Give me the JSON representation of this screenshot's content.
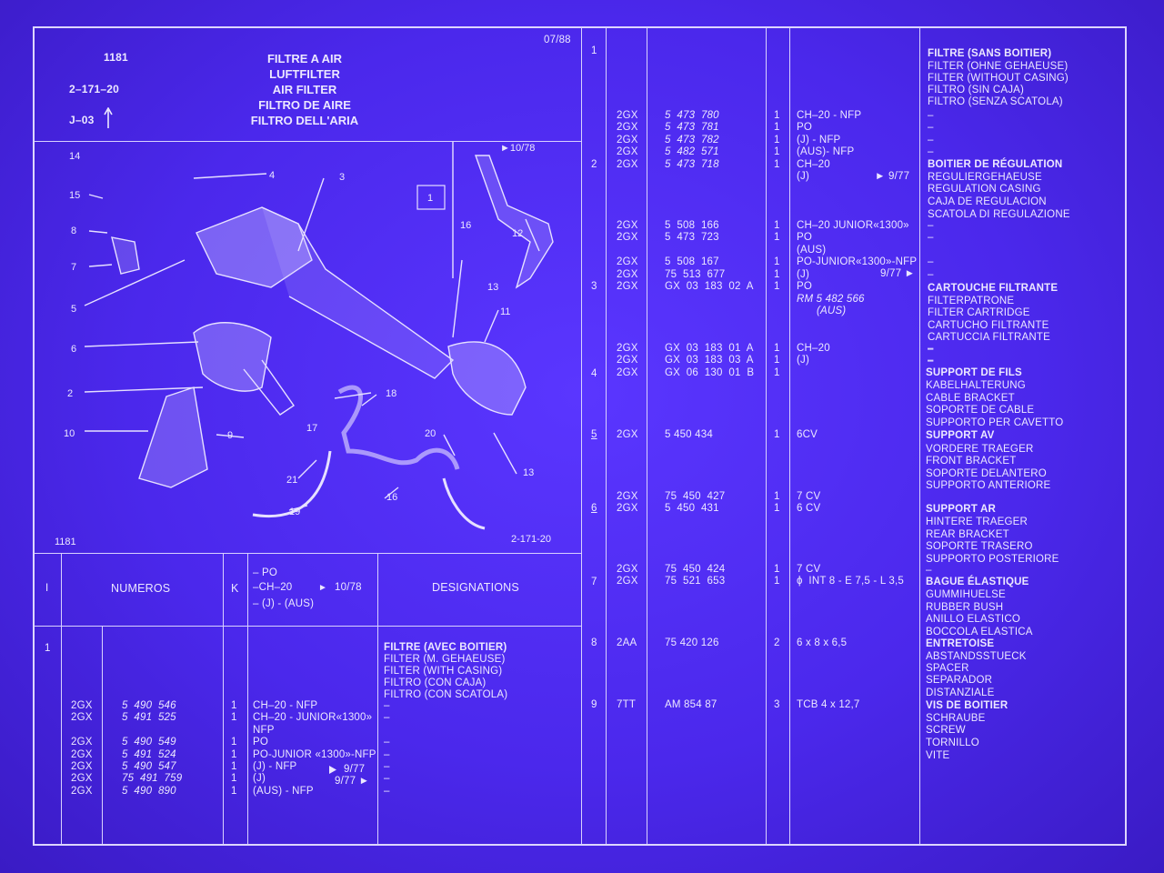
{
  "header": {
    "part_number": "1181",
    "section": "2–171–20",
    "reference": "J–03",
    "date": "07/88",
    "titles": [
      "FILTRE A AIR",
      "LUFTFILTER",
      "AIR FILTER",
      "FILTRO DE AIRE",
      "FILTRO DELL'ARIA"
    ]
  },
  "illustration": {
    "inset_date": "►10/78",
    "inset_box": "1",
    "footer_left": "1181",
    "footer_right": "2-171-20",
    "callouts": [
      "14",
      "15",
      "8",
      "7",
      "5",
      "6",
      "2",
      "10",
      "4",
      "3",
      "9",
      "12",
      "16",
      "13",
      "11",
      "18",
      "17",
      "20",
      "21",
      "16",
      "19",
      "13"
    ]
  },
  "table_header": {
    "col_index": "I",
    "col_numbers": "NUMEROS",
    "col_k": "K",
    "variants": [
      "– PO",
      "–CH–20",
      "►",
      "10/78",
      "– (J) - (AUS)"
    ],
    "col_designations": "DESIGNATIONS"
  },
  "left_item": {
    "index": "1",
    "designation_title": "FILTRE (AVEC BOITIER)",
    "designation_lines": [
      "FILTER (M. GEHAEUSE)",
      "FILTER (WITH CASING)",
      "FILTRO (CON CAJA)",
      "FILTRO (CON SCATOLA)"
    ],
    "prefixes": "2GX\n2GX\n\n2GX\n2GX\n2GX\n2GX\n2GX",
    "numbers": "5  490  546\n5  491  525\n\n5  490  549\n5  491  524\n5  490  547\n75  491  759\n5  490  890",
    "quantities": "1\n1\n\n1\n1\n1\n1\n1",
    "variants": "CH–20 - NFP\nCH–20 - JUNIOR«1300»\nNFP\nPO\nPO-JUNIOR «1300»-NFP\n(J) - NFP\n(J)\n(AUS) - NFP",
    "variant_dates": [
      "9/77",
      "9/77 ►"
    ],
    "dashes": "–\n–\n\n–\n–\n–\n–\n–"
  },
  "right_table": {
    "rows": [
      {
        "index": "1",
        "prefix": "",
        "number": "",
        "qty": "",
        "variant": "",
        "title": "FILTRE (SANS BOITIER)",
        "lines": [
          "FILTER (OHNE GEHAEUSE)",
          "FILTER (WITHOUT CASING)",
          "FILTRO (SIN CAJA)",
          "FILTRO (SENZA SCATOLA)"
        ]
      },
      {
        "index": "2",
        "title": "BOITIER DE RÉGULATION",
        "lines": [
          "REGULIERGEHAEUSE",
          "REGULATION CASING",
          "CAJA DE REGULACION",
          "SCATOLA DI REGULAZIONE"
        ]
      },
      {
        "index": "3",
        "title": "CARTOUCHE FILTRANTE",
        "lines": [
          "FILTERPATRONE",
          "FILTER CARTRIDGE",
          "CARTUCHO FILTRANTE",
          "CARTUCCIA FILTRANTE"
        ]
      },
      {
        "index": "4",
        "title": "SUPPORT DE FILS",
        "lines": [
          "KABELHALTERUNG",
          "CABLE BRACKET",
          "SOPORTE DE CABLE",
          "SUPPORTO PER CAVETTO"
        ]
      },
      {
        "index": "5",
        "title": "SUPPORT AV",
        "lines": [
          "VORDERE TRAEGER",
          "FRONT BRACKET",
          "SOPORTE DELANTERO",
          "SUPPORTO ANTERIORE"
        ]
      },
      {
        "index": "6",
        "title": "SUPPORT AR",
        "lines": [
          "HINTERE TRAEGER",
          "REAR BRACKET",
          "SOPORTE TRASERO",
          "SUPPORTO POSTERIORE"
        ]
      },
      {
        "index": "7",
        "title": "BAGUE ÉLASTIQUE",
        "lines": [
          "GUMMIHUELSE",
          "RUBBER BUSH",
          "ANILLO ELASTICO",
          "BOCCOLA ELASTICA"
        ]
      },
      {
        "index": "8",
        "title": "ENTRETOISE",
        "lines": [
          "ABSTANDSSTUECK",
          "SPACER",
          "SEPARADOR",
          "DISTANZIALE"
        ]
      },
      {
        "index": "9",
        "title": "VIS DE BOITIER",
        "lines": [
          "SCHRAUBE",
          "SCREW",
          "TORNILLO",
          "VITE"
        ]
      }
    ],
    "block_a": {
      "prefixes": "2GX\n2GX\n2GX\n2GX\n2GX",
      "numbers": "5  473  780\n5  473  781\n5  473  782\n5  482  571\n5  473  718",
      "quantities": "1\n1\n1\n1\n1",
      "variants": "CH–20 - NFP\nPO\n(J) - NFP\n(AUS)- NFP\nCH–20\n(J)",
      "date": "► 9/77",
      "dashes": "–\n–\n–\n–"
    },
    "block_b": {
      "prefixes": "2GX\n2GX\n\n2GX\n2GX\n2GX",
      "numbers": "5  508  166\n5  473  723\n\n5  508  167\n75  513  677\nGX  03  183  02  A",
      "quantities": "1\n1\n\n1\n1\n1",
      "variants": "CH–20 JUNIOR«1300»\nPO\n(AUS)\nPO-JUNIOR«1300»-NFP\n(J)\nPO",
      "date": "9/77 ►",
      "rm": "RM 5 482 566",
      "rm_note": "(AUS)",
      "dashes": "–\n–\n\n–\n–"
    },
    "block_c": {
      "prefixes": "2GX\n2GX\n2GX",
      "numbers": "GX  03  183  01  A\nGX  03  183  03  A\nGX  06  130  01  B",
      "quantities": "1\n1\n1",
      "variants": "CH–20\n(J)",
      "dashes": "–\n–"
    },
    "row5": {
      "prefix": "2GX",
      "number": "5  450  434",
      "qty": "1",
      "variant": "6CV"
    },
    "row6": {
      "prefixes": "2GX\n2GX",
      "numbers": "75  450  427\n5  450  431",
      "quantities": "1\n1",
      "variants": "7 CV\n6 CV"
    },
    "row7": {
      "prefixes": "2GX\n2GX",
      "numbers": "75  450  424\n75  521  653",
      "quantities": "1\n1",
      "variants": "7 CV\nϕ  INT 8 - E 7,5 - L 3,5"
    },
    "row8": {
      "prefix": "2AA",
      "number": "75  420  126",
      "qty": "2",
      "variant": "6 x 8 x 6,5"
    },
    "row9": {
      "prefix": "7TT",
      "number": "AM  854  87",
      "qty": "3",
      "variant": "TCB  4 x 12,7"
    }
  },
  "colors": {
    "background": "#4a2ae0",
    "ink": "#ece8ff",
    "rule": "#d9d1ff"
  }
}
